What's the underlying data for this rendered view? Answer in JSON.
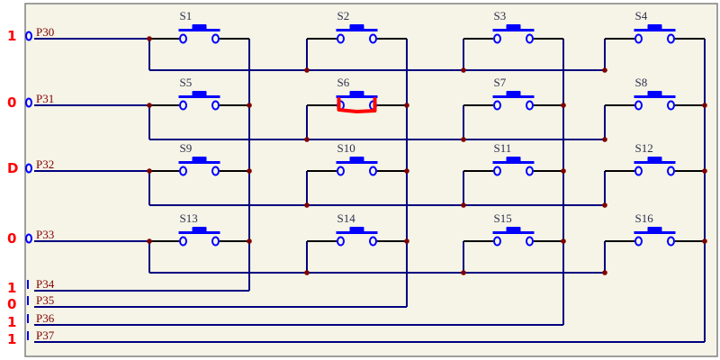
{
  "diagram": {
    "type": "keypad-matrix-schematic",
    "colors": {
      "background": "#f5f4e6",
      "frame": "#808080",
      "wire": "#000080",
      "lead": "#000000",
      "junction": "#800000",
      "switch": "#0000ff",
      "switch_label": "#2f2f4f",
      "port_label": "#800000",
      "annotation_red": "#ff0000",
      "annotation_blue": "#0000ff"
    },
    "ports": [
      {
        "label": "P30",
        "role": "row",
        "index": 0,
        "pin_mark": "o",
        "annotation": "1"
      },
      {
        "label": "P31",
        "role": "row",
        "index": 1,
        "pin_mark": "o",
        "annotation": "0"
      },
      {
        "label": "P32",
        "role": "row",
        "index": 2,
        "pin_mark": "o",
        "annotation": "D"
      },
      {
        "label": "P33",
        "role": "row",
        "index": 3,
        "pin_mark": "o",
        "annotation": "0"
      },
      {
        "label": "P34",
        "role": "column",
        "index": 0,
        "pin_mark": "|",
        "annotation": "1"
      },
      {
        "label": "P35",
        "role": "column",
        "index": 1,
        "pin_mark": "|",
        "annotation": "0"
      },
      {
        "label": "P36",
        "role": "column",
        "index": 2,
        "pin_mark": "|",
        "annotation": "1"
      },
      {
        "label": "P37",
        "role": "column",
        "index": 3,
        "pin_mark": "|",
        "annotation": "1"
      }
    ],
    "switches": [
      {
        "label": "S1",
        "row": 0,
        "col": 0
      },
      {
        "label": "S2",
        "row": 0,
        "col": 1
      },
      {
        "label": "S3",
        "row": 0,
        "col": 2
      },
      {
        "label": "S4",
        "row": 0,
        "col": 3
      },
      {
        "label": "S5",
        "row": 1,
        "col": 0
      },
      {
        "label": "S6",
        "row": 1,
        "col": 1,
        "highlighted": true
      },
      {
        "label": "S7",
        "row": 1,
        "col": 2
      },
      {
        "label": "S8",
        "row": 1,
        "col": 3
      },
      {
        "label": "S9",
        "row": 2,
        "col": 0
      },
      {
        "label": "S10",
        "row": 2,
        "col": 1
      },
      {
        "label": "S11",
        "row": 2,
        "col": 2
      },
      {
        "label": "S12",
        "row": 2,
        "col": 3
      },
      {
        "label": "S13",
        "row": 3,
        "col": 0
      },
      {
        "label": "S14",
        "row": 3,
        "col": 1
      },
      {
        "label": "S15",
        "row": 3,
        "col": 2
      },
      {
        "label": "S16",
        "row": 3,
        "col": 3
      }
    ]
  }
}
